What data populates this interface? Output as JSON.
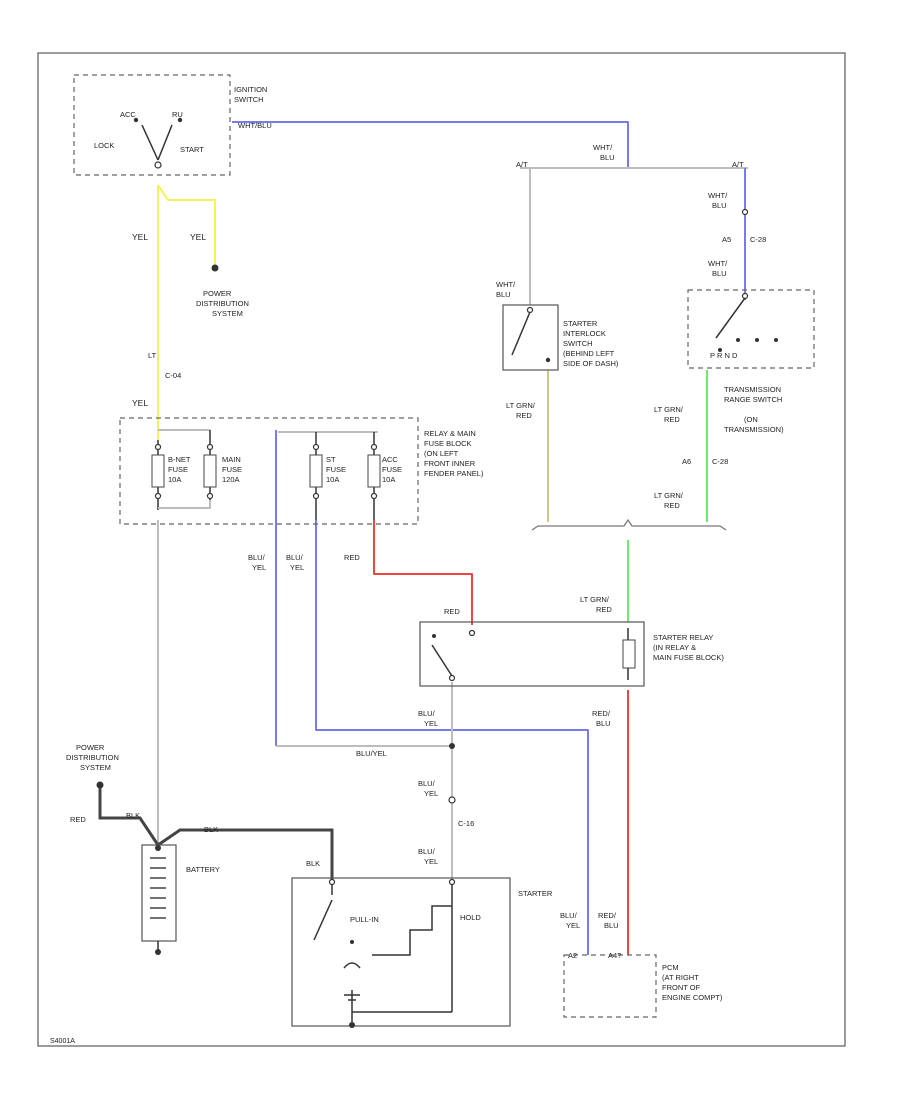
{
  "ignition_switch": {
    "title": [
      "IGNITION",
      "SWITCH"
    ],
    "pos_acc": "ACC",
    "pos_ru": "RU",
    "pos_lock": "LOCK",
    "pos_start": "START",
    "out_wire": "WHT/BLU"
  },
  "junction_top": {
    "wire": [
      "WHT/",
      "BLU"
    ],
    "left_pin": "A/T",
    "right_pin": "A/T"
  },
  "yel_labels": {
    "left": "YEL",
    "right": "YEL",
    "lower": "YEL",
    "connector": "LT",
    "connector_id": "C-04"
  },
  "power_distribution_top": [
    "POWER",
    "DISTRIBUTION",
    "SYSTEM"
  ],
  "interlock": {
    "wire": [
      "WHT/",
      "BLU"
    ],
    "title": [
      "STARTER",
      "INTERLOCK",
      "SWITCH",
      "(BEHIND LEFT",
      "SIDE OF DASH)"
    ],
    "out_wire": [
      "LT GRN/",
      "RED"
    ]
  },
  "range_switch": {
    "wire_a": [
      "WHT/",
      "BLU"
    ],
    "conn": "A5",
    "conn_id": "C-28",
    "wire_b": [
      "WHT/",
      "BLU"
    ],
    "positions": "P R N D",
    "title": [
      "TRANSMISSION",
      "RANGE SWITCH",
      "(ON",
      "TRANSMISSION)"
    ],
    "out_wire": [
      "LT GRN/",
      "RED"
    ],
    "conn2": "A6",
    "conn2_id": "C-28",
    "out_wire2": [
      "LT GRN/",
      "RED"
    ]
  },
  "fuse_block": {
    "title": [
      "RELAY & MAIN",
      "FUSE BLOCK",
      "(ON LEFT",
      "FRONT INNER",
      "FENDER PANEL)"
    ],
    "fuses": [
      {
        "name": [
          "B-NET",
          "FUSE",
          "10A"
        ]
      },
      {
        "name": [
          "MAIN",
          "FUSE",
          "120A"
        ]
      },
      {
        "name": [
          "ST",
          "FUSE",
          "10A"
        ]
      },
      {
        "name": [
          "ACC",
          "FUSE",
          "10A"
        ]
      }
    ],
    "out_wires": {
      "a": [
        "BLU/",
        "YEL"
      ],
      "b": [
        "BLU/",
        "YEL"
      ],
      "c": "RED"
    }
  },
  "starter_relay": {
    "title": [
      "STARTER RELAY",
      "(IN RELAY &",
      "MAIN FUSE BLOCK)"
    ],
    "in_wire": "RED",
    "coil_wire": [
      "LT GRN/",
      "RED"
    ],
    "out_wire_left": [
      "BLU/",
      "YEL"
    ],
    "out_wire_right": [
      "RED/",
      "BLU"
    ]
  },
  "splice": {
    "label": "BLU/YEL",
    "wire1": [
      "BLU/",
      "YEL"
    ],
    "conn_id": "C-16",
    "wire2": [
      "BLU/",
      "YEL"
    ]
  },
  "battery": {
    "title": "BATTERY",
    "pds": [
      "POWER",
      "DISTRIBUTION",
      "SYSTEM"
    ],
    "wire_red": "RED",
    "wire_blk": "BLK",
    "wire_blk2": "BLK",
    "wire_blk3": "BLK"
  },
  "starter": {
    "title": "STARTER",
    "pull_in": "PULL-IN",
    "hold": "HOLD"
  },
  "pcm": {
    "title": [
      "PCM",
      "(AT RIGHT",
      "FRONT OF",
      "ENGINE COMPT)"
    ],
    "wire_a": [
      "BLU/",
      "YEL"
    ],
    "wire_b": [
      "RED/",
      "BLU"
    ],
    "pin_a": "A2",
    "pin_b": "A4?"
  },
  "footer_code": "S4001A"
}
